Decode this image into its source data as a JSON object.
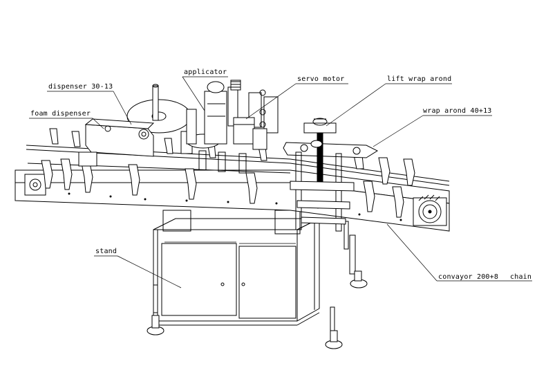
{
  "labels": {
    "applicator": "applicator",
    "dispenser": "dispenser 30-13",
    "servo_motor": "servo motor",
    "lift_wrap": "lift wrap arond",
    "foam_dispenser": "foam dispenser",
    "wrap_arond": "wrap arond 40+13",
    "stand": "stand",
    "conveyor": "convayor 200+8",
    "chain": "chain"
  }
}
